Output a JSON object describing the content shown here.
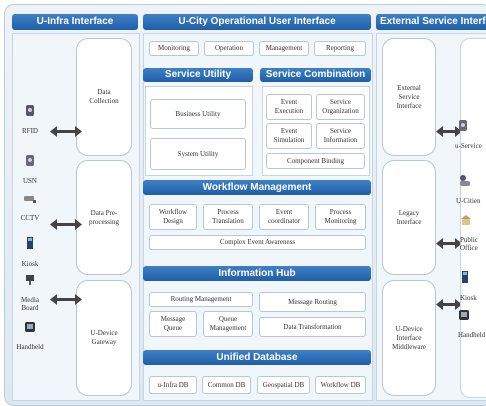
{
  "headers": {
    "u_infra": "U-Infra Interface",
    "ucity": "U-City Operational User Interface",
    "external": "External Service Interface",
    "service_utility": "Service Utility",
    "service_combination": "Service  Combination",
    "workflow": "Workflow Management",
    "info_hub": "Information Hub",
    "unified_db": "Unified Database"
  },
  "tabs": [
    "Monitoring",
    "Operation",
    "Management",
    "Reporting"
  ],
  "left_devices": [
    "RFID",
    "USN",
    "CCTV",
    "Kiosk",
    "Media\nBoard",
    "Handheld"
  ],
  "u_infra_blocks": [
    "Data\nCollection",
    "Data Pre-\nprocessing",
    "U-Device\nGateway"
  ],
  "service_utility": [
    "Business Utility",
    "System Utility"
  ],
  "service_combination": [
    "Event\nExecution",
    "Service\nOrganization",
    "Event\nSimulation",
    "Service\nInformation",
    "Component Binding"
  ],
  "workflow": [
    "Workflow\nDesign",
    "Process\nTranslation",
    "Event\ncoordinator",
    "Process\nMonitoring",
    "Complex Event Awareness"
  ],
  "info_hub": [
    "Routing Management",
    "Message Routing",
    "Message\nQueue",
    "Queue\nManagement",
    "Data Transformation"
  ],
  "unified_db": [
    "u-Infra DB",
    "Common DB",
    "Geospatial DB",
    "Workflow DB"
  ],
  "external_blocks": [
    "External\nService\nInterface",
    "Legacy\nInterface",
    "U-Device\nInterface\nMiddleware"
  ],
  "right_devices": [
    "u-Service",
    "U-Citien",
    "Public\nOffice",
    "Kiosk",
    "Handheld"
  ]
}
